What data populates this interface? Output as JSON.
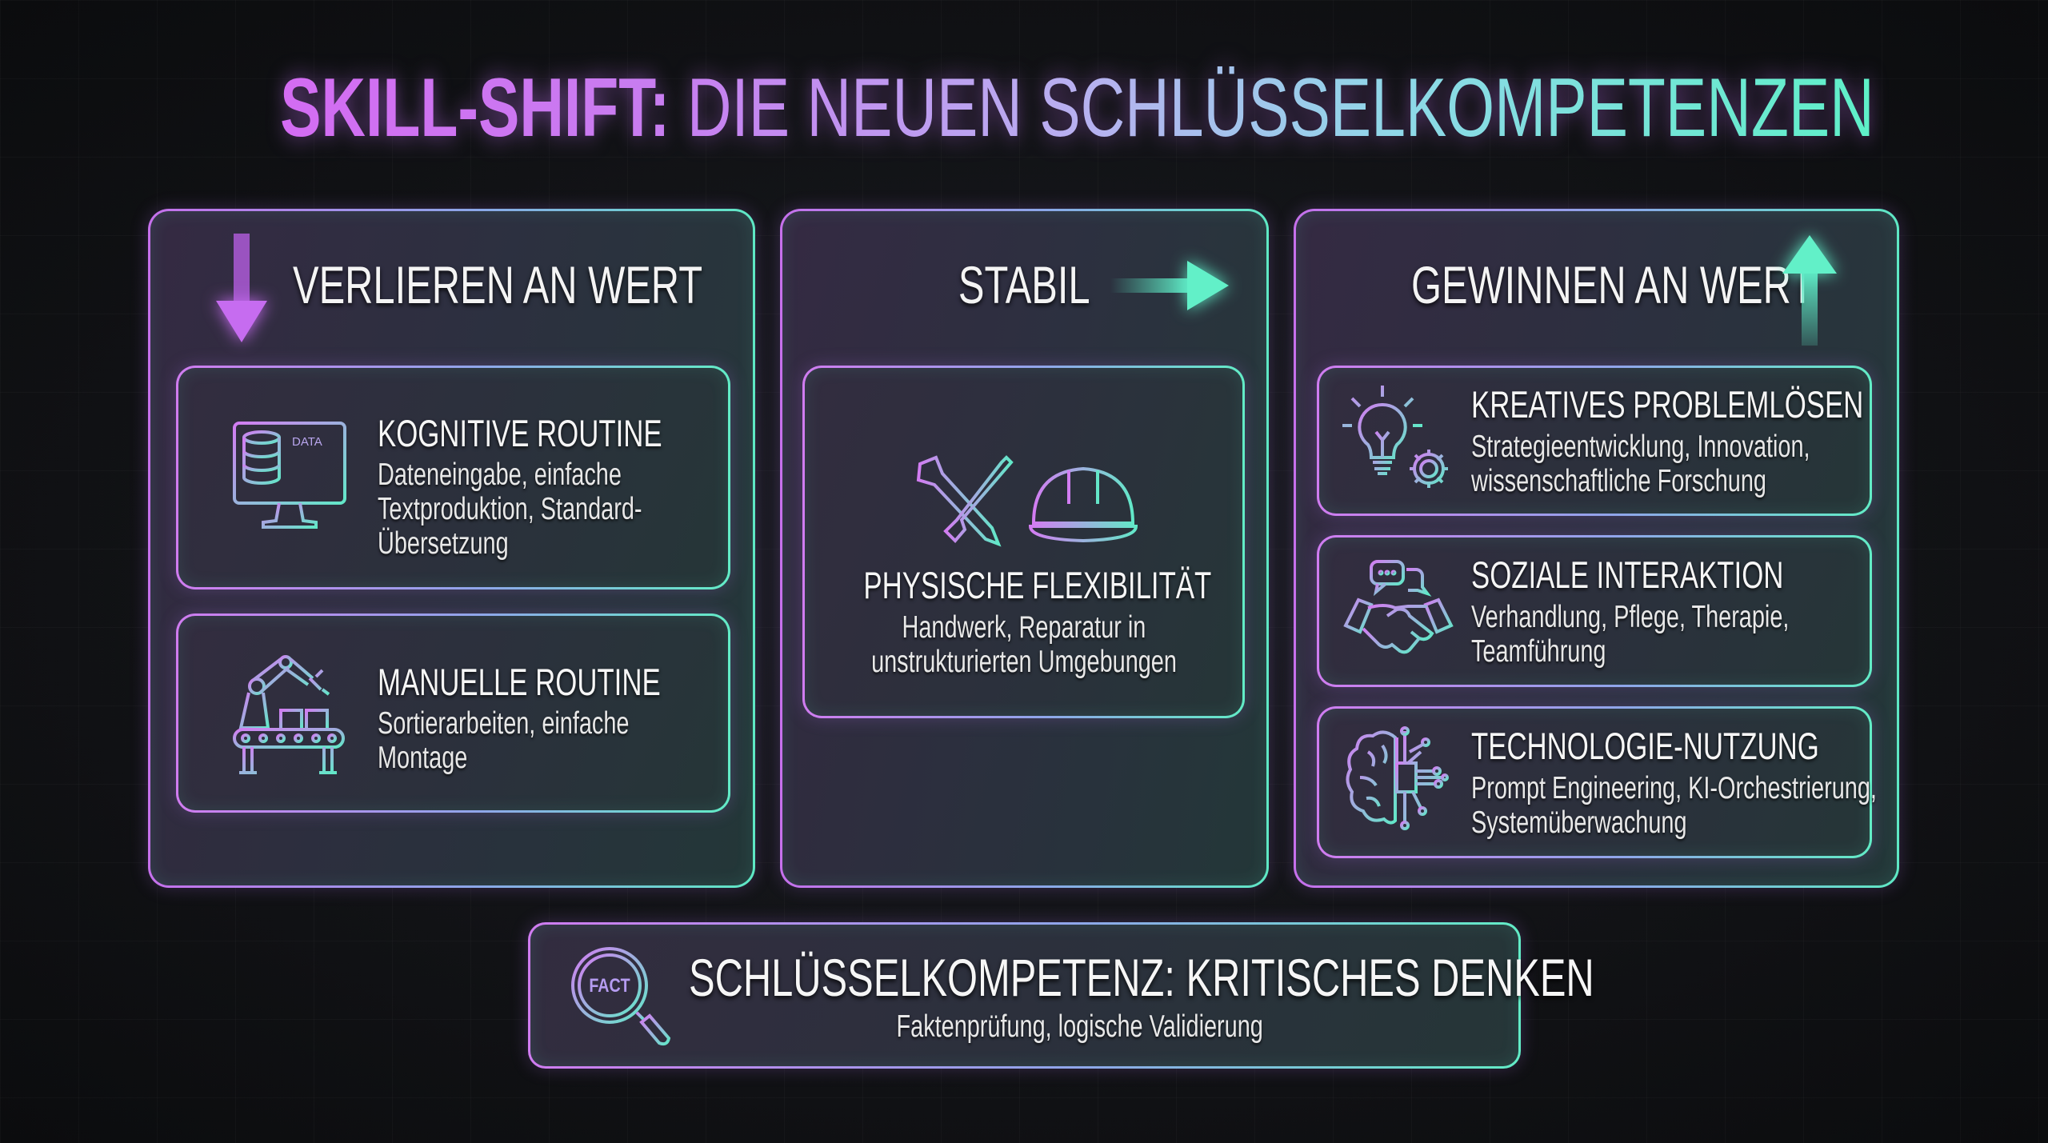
{
  "title": {
    "part1": "SKILL-SHIFT:",
    "part2": "DIE NEUEN SCHLÜSSELKOMPETENZEN"
  },
  "columns": [
    {
      "heading": "VERLIEREN AN WERT",
      "arrow_icon": "arrow-down-icon",
      "items": [
        {
          "title": "KOGNITIVE ROUTINE",
          "lines": [
            "Dateneingabe, einfache",
            "Textproduktion, Standard-",
            "Übersetzung"
          ],
          "icon": "computer-data-icon",
          "icon_label": "DATA"
        },
        {
          "title": "MANUELLE ROUTINE",
          "lines": [
            "Sortierarbeiten, einfache",
            "Montage"
          ],
          "icon": "robot-arm-conveyor-icon"
        }
      ]
    },
    {
      "heading": "STABIL",
      "arrow_icon": "arrow-right-icon",
      "items": [
        {
          "title": "PHYSISCHE FLEXIBILITÄT",
          "lines": [
            "Handwerk, Reparatur in",
            "unstrukturierten Umgebungen"
          ],
          "icon": "tools-hardhat-icon"
        }
      ]
    },
    {
      "heading": "GEWINNEN AN WERT",
      "arrow_icon": "arrow-up-icon",
      "items": [
        {
          "title": "KREATIVES PROBLEMLÖSEN",
          "lines": [
            "Strategieentwicklung, Innovation,",
            "wissenschaftliche Forschung"
          ],
          "icon": "lightbulb-gear-icon"
        },
        {
          "title": "SOZIALE INTERAKTION",
          "lines": [
            "Verhandlung, Pflege, Therapie,",
            "Teamführung"
          ],
          "icon": "handshake-chat-icon"
        },
        {
          "title": "TECHNOLOGIE-NUTZUNG",
          "lines": [
            "Prompt Engineering, KI-Orchestrierung,",
            "Systemüberwachung"
          ],
          "icon": "brain-circuit-icon"
        }
      ]
    }
  ],
  "key": {
    "title": "SCHLÜSSELKOMPETENZ: KRITISCHES DENKEN",
    "subtitle": "Faktenprüfung, logische Validierung",
    "icon": "magnifier-fact-icon",
    "icon_label": "FACT"
  },
  "colors": {
    "purple": "#c670ec",
    "teal": "#5ee8c4",
    "background": "#111215"
  }
}
